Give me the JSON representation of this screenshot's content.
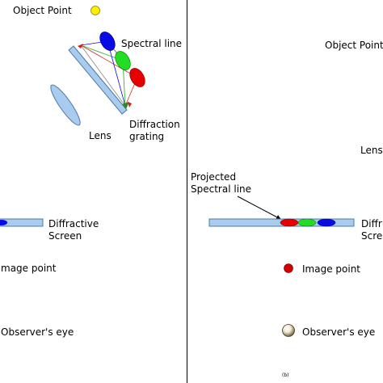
{
  "colors": {
    "object_point": "#ffee00",
    "optics_fill": "#a9cbee",
    "optics_stroke": "#4a78a8",
    "blue": "#0a0ae6",
    "green": "#22dd22",
    "red": "#e60000",
    "eye": "#f4ecd2"
  },
  "left_panel": {
    "object_point_label": "Object Point",
    "spectral_line_label": "Spectral line",
    "lens_label": "Lens",
    "diffraction_label_1": "Diffraction",
    "diffraction_label_2": "grating",
    "diffractive_label_1": "Diffractive",
    "diffractive_label_2": "Screen",
    "image_point_label": "mage point",
    "observer_label": "Observer's eye"
  },
  "right_panel": {
    "object_point_label": "Object Point",
    "lens_label": "Lens",
    "projected_label_1": "Projected",
    "projected_label_2": "Spectral line",
    "diffractive_label_1": "Diffr",
    "diffractive_label_2": "Scree",
    "image_point_label": "Image point",
    "observer_label": "Observer's eye",
    "caption": "(b)"
  }
}
